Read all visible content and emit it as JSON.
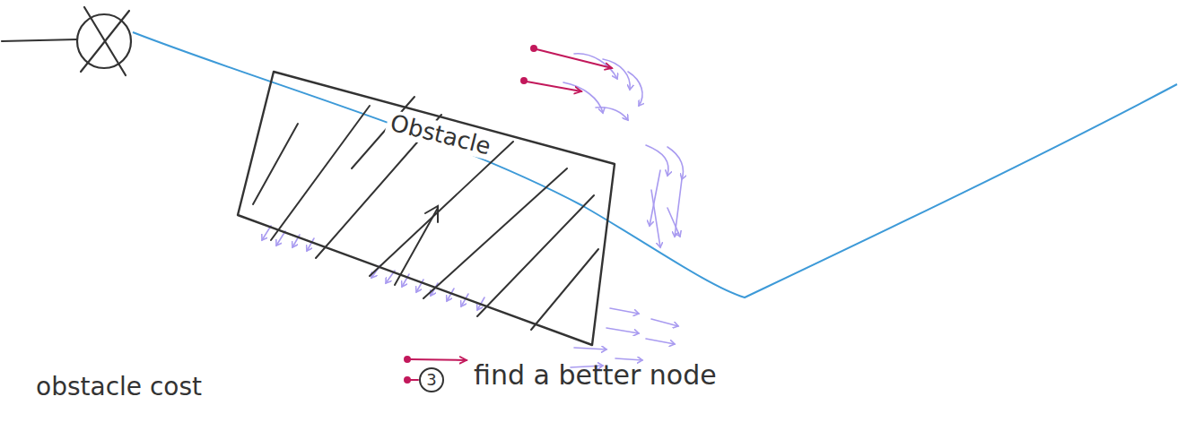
{
  "diagram": {
    "nodes": [
      {
        "text": [
          "Obstacle"
        ]
      },
      {
        "text": [
          "3"
        ]
      }
    ],
    "labels": [
      "obstacle cost",
      "find a better node"
    ]
  }
}
